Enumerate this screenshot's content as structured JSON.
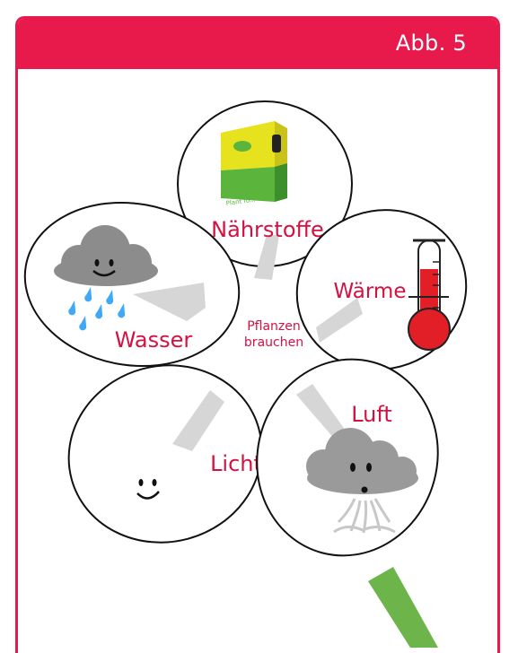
{
  "figure": {
    "label": "Abb. 5"
  },
  "center": {
    "line1": "Pflanzen",
    "line2": "brauchen"
  },
  "petals": {
    "naehrstoffe": {
      "label": "Nährstoffe",
      "package_text": "Plant fo..."
    },
    "waerme": {
      "label": "Wärme"
    },
    "wasser": {
      "label": "Wasser"
    },
    "licht": {
      "label": "Licht"
    },
    "luft": {
      "label": "Luft"
    }
  },
  "colors": {
    "accent": "#e8194b",
    "label": "#d31242",
    "stem": "#6db54a",
    "outline": "#111111",
    "spray": "#cfcfcf"
  },
  "icons": [
    "fertilizer-box-icon",
    "thermometer-icon",
    "rain-cloud-icon",
    "sun-face-icon",
    "wind-cloud-icon"
  ]
}
